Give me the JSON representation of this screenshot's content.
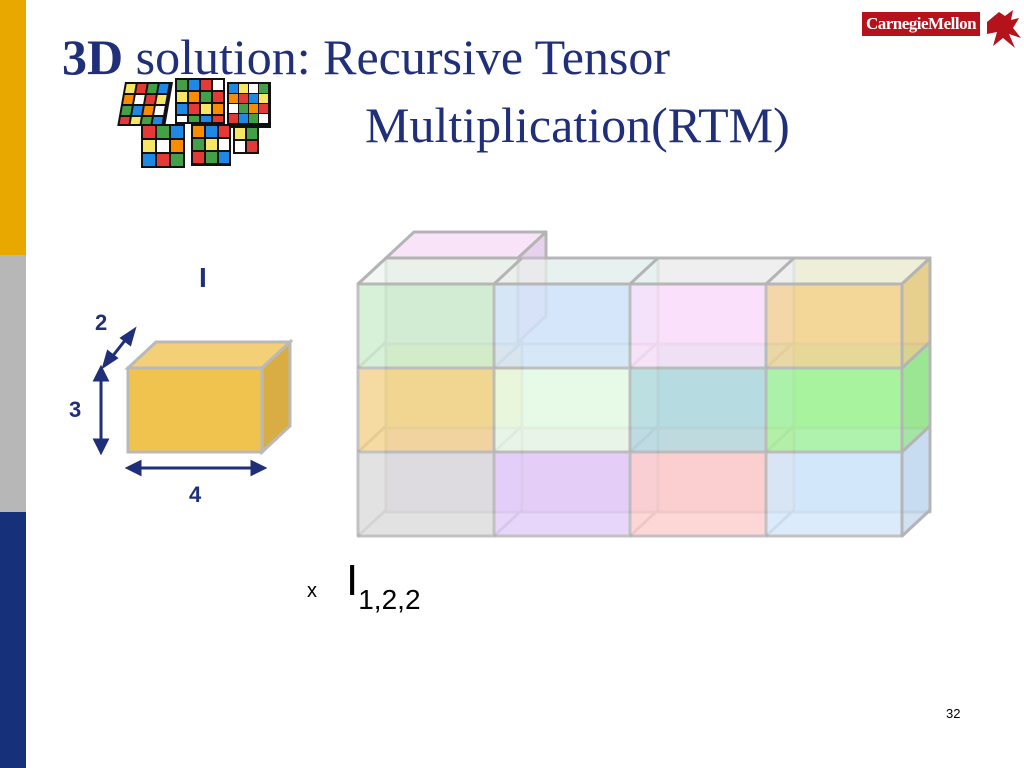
{
  "slide": {
    "title_bold": "3D",
    "title_line1": " solution: Recursive Tensor",
    "title_line2": "Multiplication(RTM)",
    "logo_text": "CarnegieMellon",
    "tensor_label": "I",
    "dims": {
      "depth": "2",
      "height": "3",
      "width": "4"
    },
    "expr": {
      "times": "x",
      "symbol": "I",
      "subscript": "1,2,2"
    },
    "page_number": "32"
  },
  "colors": {
    "bar_gold": "#e8a800",
    "bar_grey": "#b7b7b7",
    "bar_navy": "#16307a",
    "title": "#1f2f7a",
    "logo": "#b5121b",
    "block": "#f0c24e"
  }
}
